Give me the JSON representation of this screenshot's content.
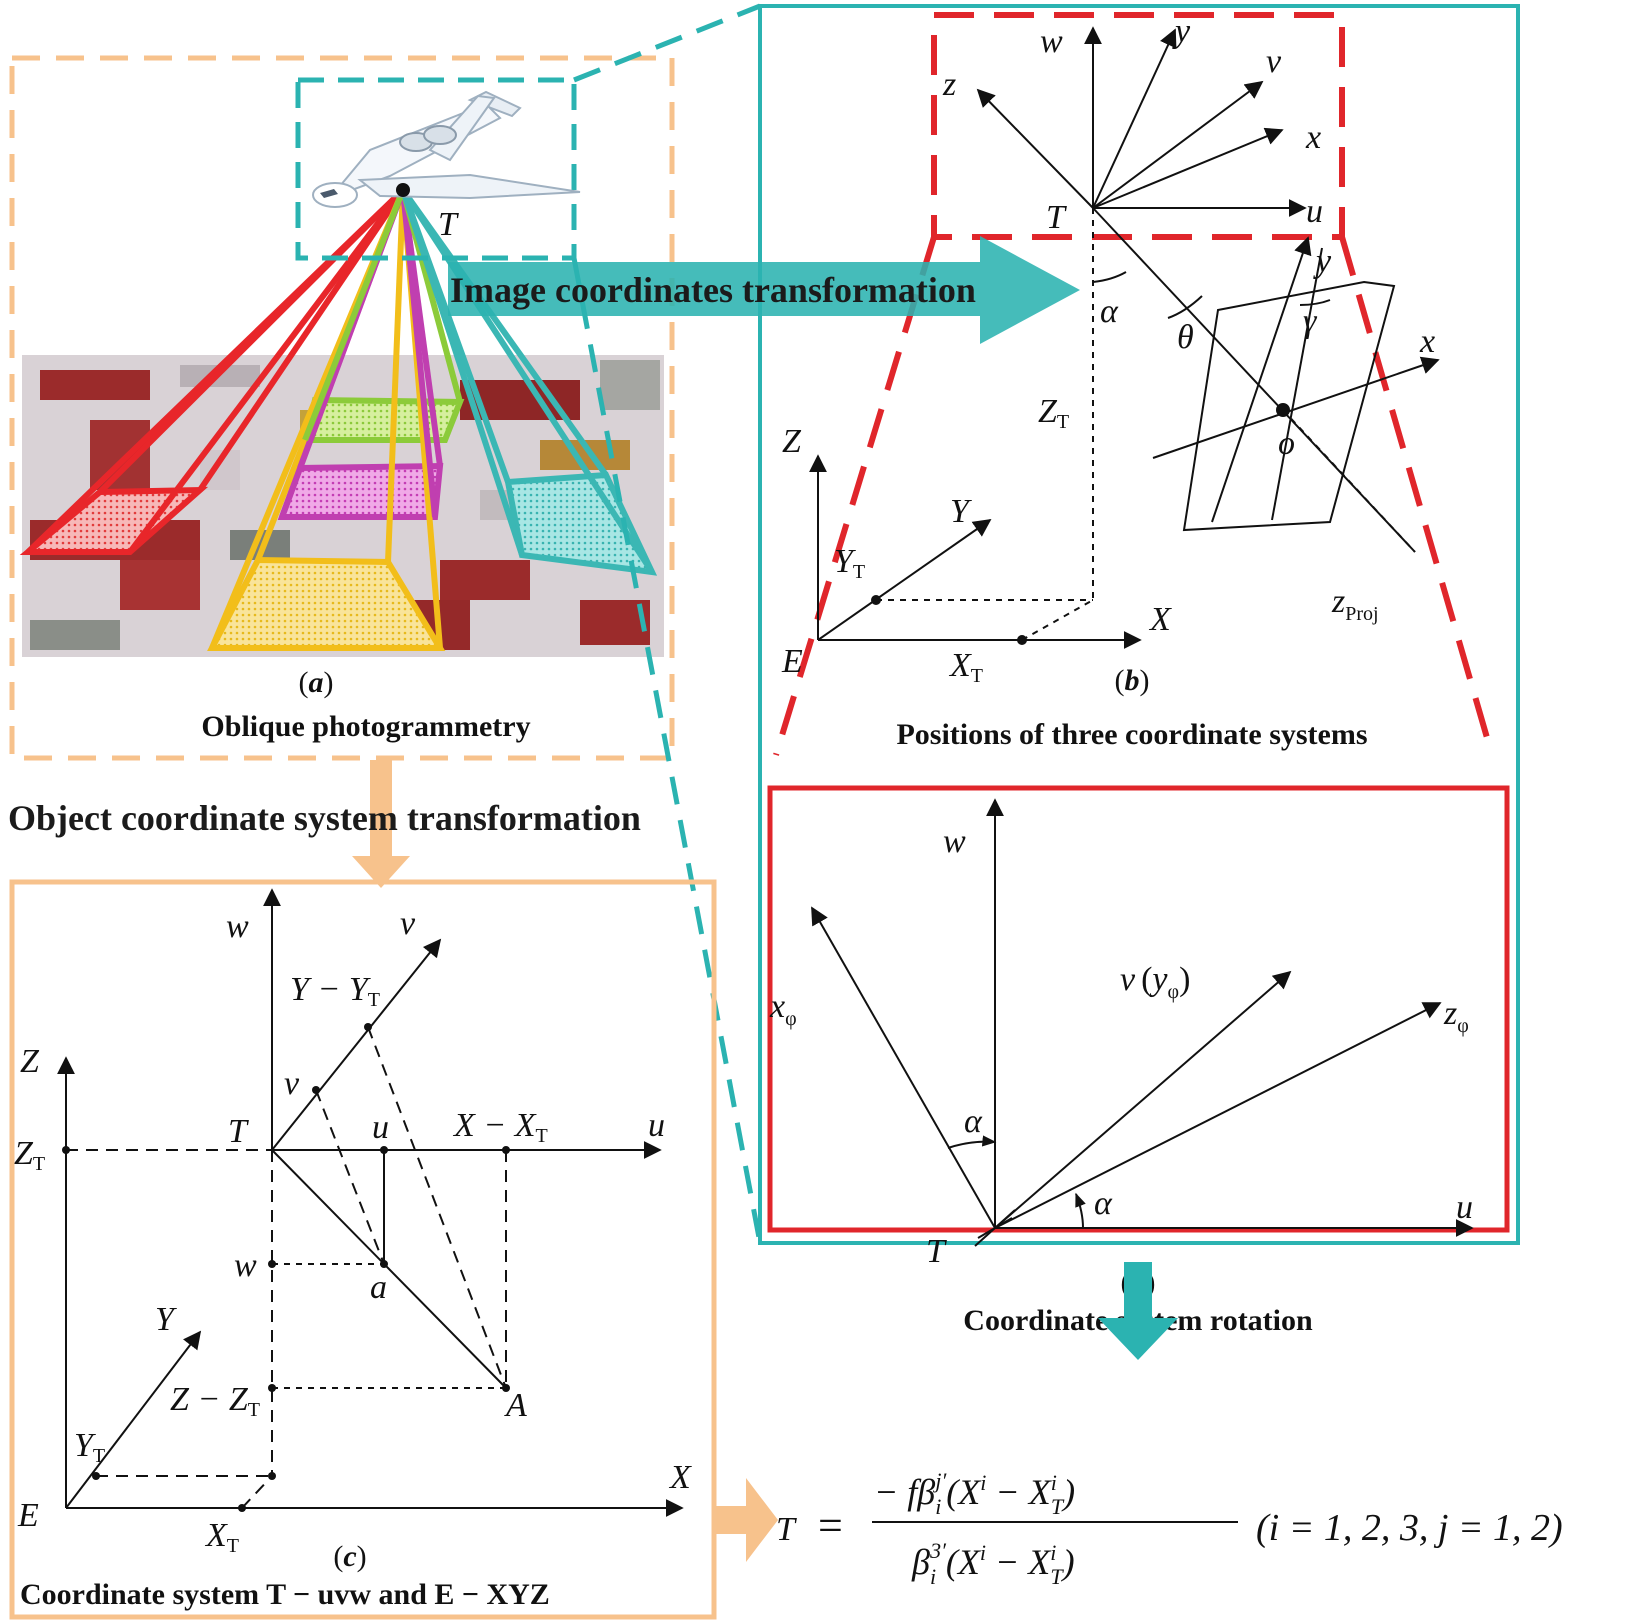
{
  "colors": {
    "orange": "#F7C28C",
    "teal": "#2BB3B1",
    "red": "#E0262B",
    "lineRed": "#E8262A",
    "lineYellow": "#F2BE1A",
    "lineMagenta": "#C03FB0",
    "lineGreen": "#8CCB3A",
    "lineTeal": "#3BB7B4"
  },
  "icons": {
    "aircraft": "airplane-icon",
    "cityscape": "aerial-city-image"
  },
  "panel_a": {
    "label_letter": "a",
    "caption": "Oblique photogrammetry",
    "point_T": "T"
  },
  "panel_b": {
    "label_letter": "b",
    "caption": "Positions of three coordinate systems",
    "axes_uvw": [
      "w",
      "y",
      "v",
      "x",
      "u",
      "z"
    ],
    "point_T": "T",
    "angle_alpha": "α",
    "angle_theta": "θ",
    "angle_gamma": "γ",
    "image_y": "y",
    "image_x": "x",
    "origin_o": "o",
    "z_proj": "z",
    "z_proj_sub": "Proj",
    "ZT": "Z",
    "ZT_sub": "T",
    "E": "E",
    "X": "X",
    "Y": "Y",
    "Z": "Z",
    "XT": "X",
    "XT_sub": "T",
    "YT": "Y",
    "YT_sub": "T"
  },
  "panel_c": {
    "label_letter": "c",
    "caption": "Coordinate system T − uvw and E − XYZ",
    "w": "w",
    "v": "v",
    "u": "u",
    "T": "T",
    "Z": "Z",
    "Y": "Y",
    "X": "X",
    "E": "E",
    "ZT": "Z",
    "ZT_sub": "T",
    "YT": "Y",
    "YT_sub": "T",
    "XT": "X",
    "XT_sub": "T",
    "Y_minus_YT": "Y − Y",
    "Y_minus_YT_sub": "T",
    "X_minus_XT": "X − X",
    "X_minus_XT_sub": "T",
    "Z_minus_ZT": "Z − Z",
    "Z_minus_ZT_sub": "T",
    "v_point": "v",
    "u_point": "u",
    "w_point": "w",
    "a_point": "a",
    "A_point": "A"
  },
  "panel_d": {
    "label_letter": "d",
    "caption": "Coordinate system rotation",
    "w": "w",
    "u": "u",
    "T": "T",
    "x_phi": "x",
    "phi_sub": "φ",
    "v_y_phi": "v",
    "y_phi": "y",
    "z_phi": "z",
    "alpha1": "α",
    "alpha2": "α"
  },
  "arrows": {
    "image_transform": "Image coordinates transformation",
    "object_transform": "Object coordinate system transformation"
  },
  "formula": {
    "lhs": "T",
    "eq": "=",
    "numerator": "− fβ",
    "numer_sub": "i",
    "numer_sup": "j′",
    "numer_paren": "(X",
    "numer_paren_sup": "i",
    "numer_minus": " − X",
    "numer_T_sup": "i",
    "numer_T_sub": "T",
    "numer_close": ")",
    "denominator": "β",
    "denom_sub": "i",
    "denom_sup": "3′",
    "denom_paren": "(X",
    "denom_paren_sup": "i",
    "denom_minus": " − X",
    "denom_T_sup": "i",
    "denom_T_sub": "T",
    "denom_close": ")",
    "conditions": "(i = 1, 2, 3, j = 1, 2)"
  }
}
